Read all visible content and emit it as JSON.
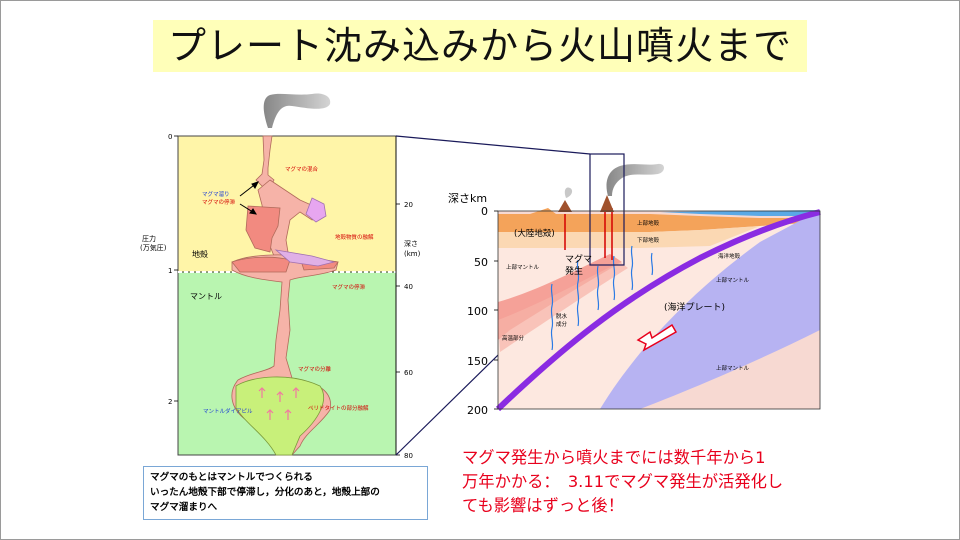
{
  "title": "プレート沈み込みから火山噴火まで",
  "left_diagram": {
    "pressure_axis_label_1": "圧力",
    "pressure_axis_label_2": "(万気圧)",
    "pressure_ticks": [
      "0",
      "1",
      "2"
    ],
    "depth_axis_label_1": "深さ",
    "depth_axis_label_2": "(km)",
    "depth_ticks": [
      "20",
      "40",
      "60",
      "80"
    ],
    "crust_label": "地殻",
    "mantle_label": "マントル",
    "labels": {
      "mixing": "マグマの混合",
      "reservoir_1": "マグマ溜り",
      "reservoir_2": "マグマの停滞",
      "crust_melting": "地殻物質の融解",
      "magma_stall": "マグマの停滞",
      "magma_separation": "マグマの分離",
      "mantle_diapir": "マントルダイアピル",
      "peridotite_melting": "ペリドタイトの部分融解"
    }
  },
  "right_diagram": {
    "depth_axis_title": "深さkm",
    "depth_ticks": [
      "0",
      "50",
      "100",
      "150",
      "200"
    ],
    "labels": {
      "continental_crust": "(大陸地殻)",
      "upper_crust": "上部地殻",
      "lower_crust": "下部地殻",
      "upper_mantle_left": "上部マントル",
      "magma_generation_1": "マグマ",
      "magma_generation_2": "発生",
      "dehydration_1": "脱水",
      "dehydration_2": "成分",
      "high_temp": "高温部分",
      "oceanic_crust": "海洋地殻",
      "upper_mantle_slab": "上部マントル",
      "oceanic_plate": "(海洋プレート)",
      "upper_mantle_lower": "上部マントル"
    },
    "colors": {
      "slab_edge": "#8a2be2",
      "slab_fill": "#b7b3f2",
      "continental_crust": "#f4a35a",
      "mantle_wedge": "#f5c4c2",
      "ocean": "#5aa9e6"
    }
  },
  "caption": {
    "line1": "マグマのもとはマントルでつくられる",
    "line2": "いったん地殻下部で停滞し，分化のあと，地殻上部の",
    "line3": "マグマ溜まりへ"
  },
  "note": {
    "line1": "マグマ発生から噴火までには数千年から1",
    "line2": "万年かかる：　3.11でマグマ発生が活発化し",
    "line3": "ても影響はずっと後！"
  }
}
